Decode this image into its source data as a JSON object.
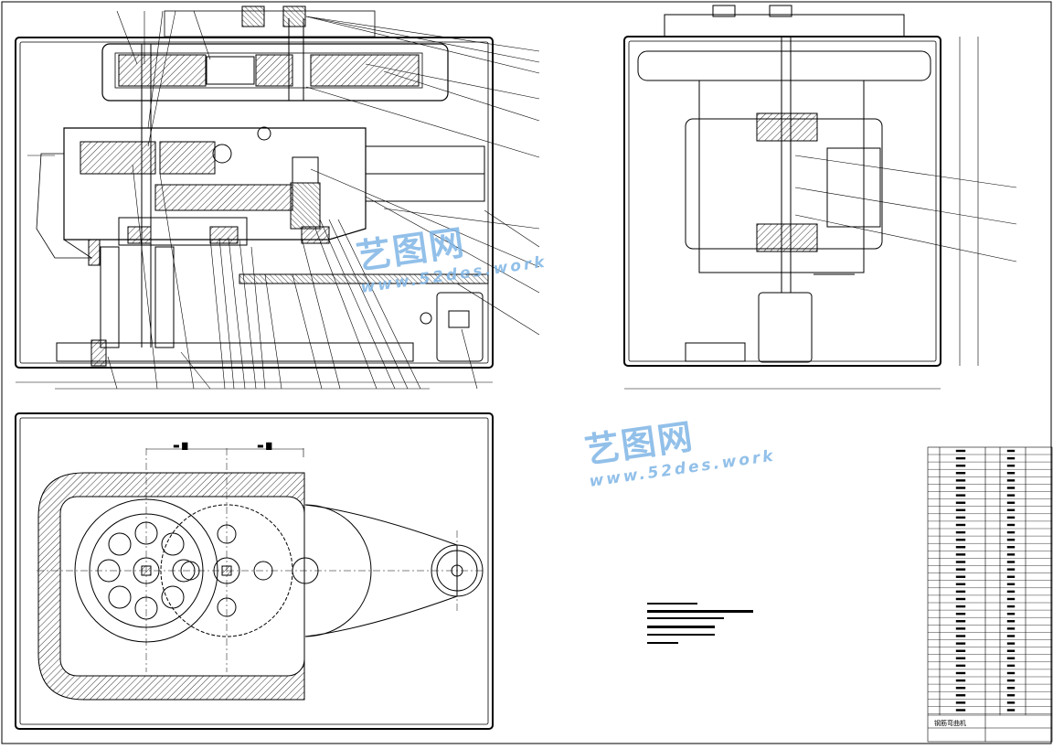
{
  "drawing": {
    "title_block_name": "钢筋弯曲机"
  },
  "watermark": {
    "brand_cn": "艺图网",
    "url": "www.52des.work"
  },
  "colors": {
    "line": "#000000",
    "hatch": "#000000",
    "watermark": "#7fb6e6"
  }
}
